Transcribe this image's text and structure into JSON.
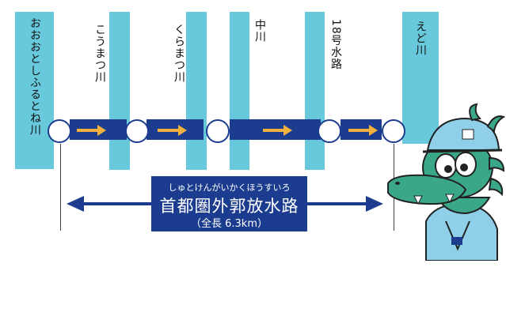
{
  "rivers": [
    {
      "name": "おおおとしふるとね川"
    },
    {
      "name": "こうまつ川"
    },
    {
      "name": "くらまつ川"
    },
    {
      "name": "中川"
    },
    {
      "name": "18号水路"
    },
    {
      "name": "えど川"
    }
  ],
  "tunnel": {
    "ruby": "しゅとけんがいかくほうすいろ",
    "title": "首都圏外郭放水路",
    "length": "（全長 6.3km）"
  },
  "colors": {
    "river": "#68c8dc",
    "tunnel": "#1c3d8f",
    "flow_arrow": "#f2b13c"
  },
  "mascot": {
    "icon": "dragon-mascot-with-helmet"
  }
}
